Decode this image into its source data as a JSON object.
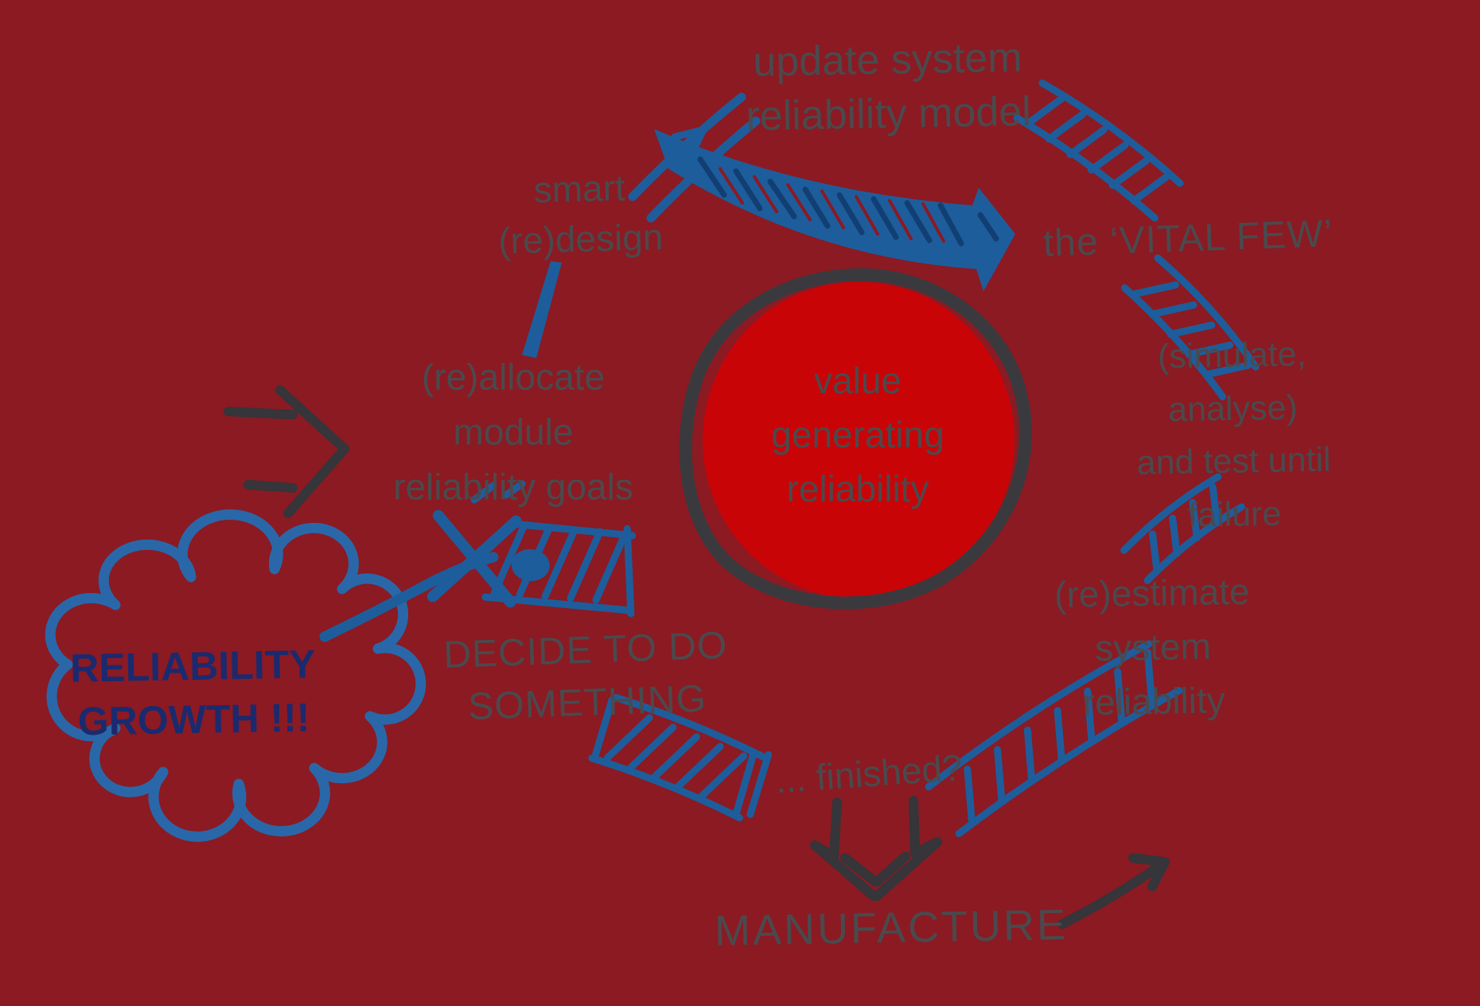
{
  "labels": {
    "update_model": "update system\nreliability model",
    "smart_redesign": "smart\n(re)design",
    "vital_few": "the ‘VITAL FEW’",
    "simulate_test": "(simulate, analyse)\nand test until failure",
    "reestimate": "(re)estimate\nsystem\nreliability",
    "finished": "... finished?",
    "manufacture": "MANUFACTURE",
    "decide": "DECIDE TO DO\nSOMETHING",
    "reallocate": "(re)allocate\nmodule\nreliability goals",
    "cloud": "RELIABILITY\nGROWTH !!!",
    "center": "value\ngenerating\nreliability"
  },
  "colors": {
    "background": "#8b1a23",
    "sketch_blue": "#1e5d9b",
    "sketch_blue_dark": "#123f73",
    "sketch_dark": "#35353a",
    "label_gray": "#4a4a4d",
    "circle_red": "#c90407",
    "circle_ring": "#3a3a3e",
    "cloud_outline_blue": "#2a67a8",
    "cloud_text_navy": "#1b2a6e"
  }
}
